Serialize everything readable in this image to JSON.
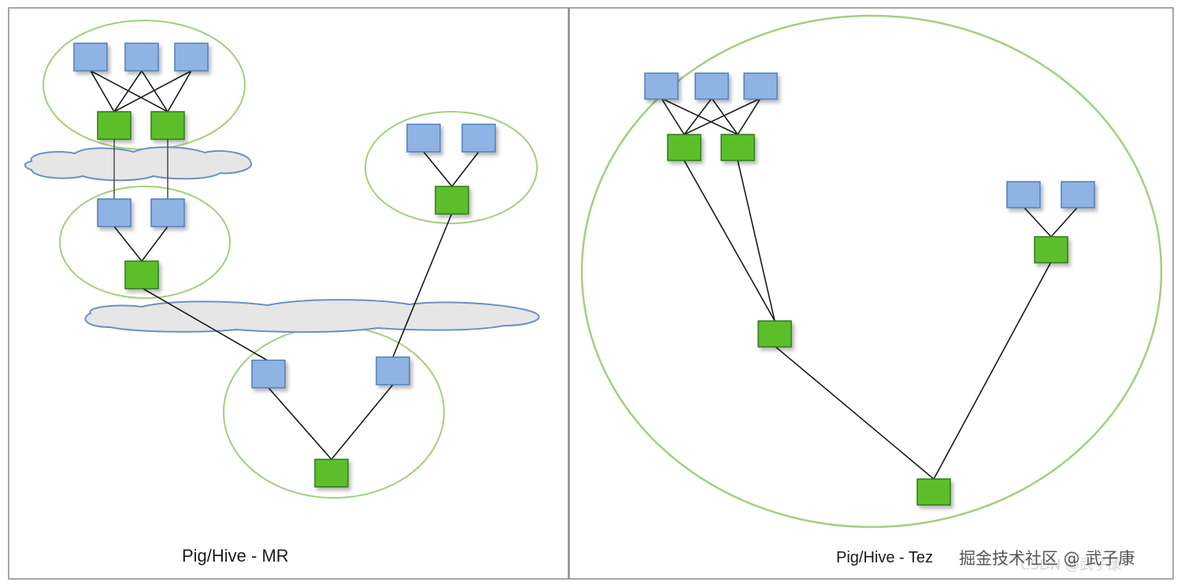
{
  "captions": {
    "mr": "Pig/Hive - MR",
    "tez": "Pig/Hive - Tez"
  },
  "watermark": {
    "text": "掘金技术社区 @ 武子康",
    "faint": "CSDN @武子康"
  },
  "colors": {
    "task_blue": "#8fb3e3",
    "task_blue_border": "#4f7fbf",
    "task_green": "#5cbf2a",
    "task_green_border": "#2f7a1a",
    "stage_outline": "#9fd27a",
    "shuffle_fill": "#e6e6e6",
    "shuffle_border": "#6b8fc9",
    "frame_border": "#8a8a8a"
  },
  "icons": {
    "map_task": "blue-square-node",
    "reduce_task": "green-square-node",
    "hdfs_write": "cloud-shape",
    "job_group": "ellipse-outline"
  }
}
